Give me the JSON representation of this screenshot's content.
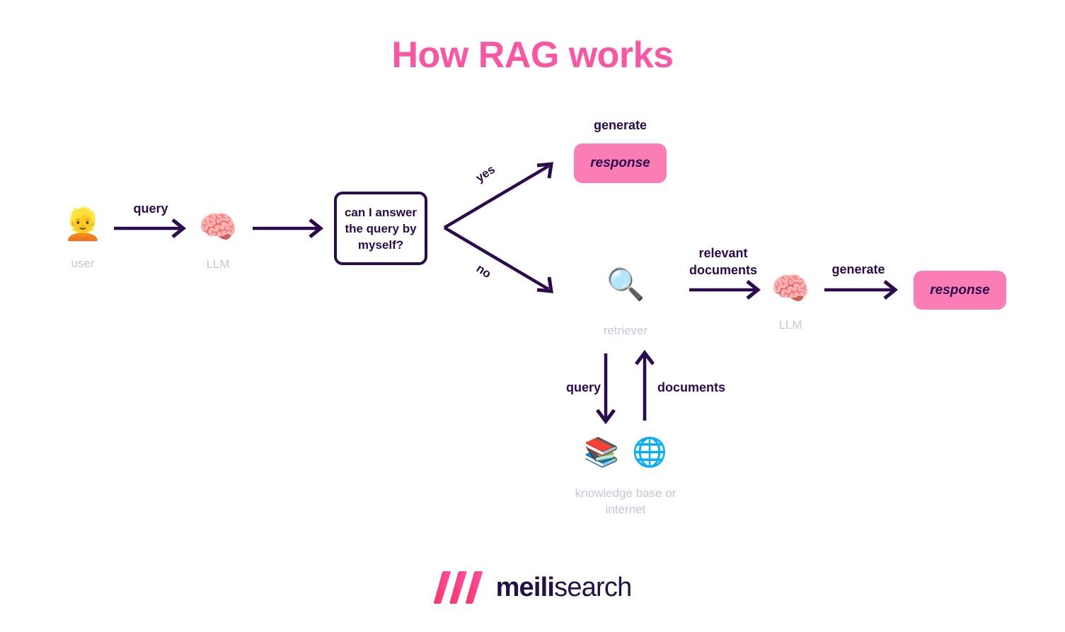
{
  "page": {
    "title": "How RAG works",
    "background": "#ffffff",
    "accent_pink": "#FA56A4",
    "box_pink": "#FA7DB5",
    "ink_purple": "#2B0A4D",
    "muted_gray": "#C6C6D6"
  },
  "nodes": {
    "user": {
      "emoji": "👱",
      "icon_name": "person-blond-hair-emoji",
      "label": "user"
    },
    "llm_first": {
      "emoji": "🧠",
      "icon_name": "brain-emoji",
      "label": "LLM"
    },
    "decision": {
      "text": "can I answer\nthe query by\nmyself?"
    },
    "response_top": {
      "text": "response",
      "caption": "generate"
    },
    "retriever": {
      "emoji": "🔍",
      "icon_name": "magnifying-glass-emoji",
      "label": "retriever"
    },
    "knowledge": {
      "emoji_books": "📚",
      "icon_name_books": "books-emoji",
      "emoji_globe": "🌐",
      "icon_name_globe": "globe-with-meridians-emoji",
      "label": "knowledge base or\ninternet"
    },
    "llm_second": {
      "emoji": "🧠",
      "icon_name": "brain-emoji",
      "label": "LLM"
    },
    "response_bottom": {
      "text": "response",
      "caption": "generate"
    }
  },
  "edges": {
    "user_to_llm": "query",
    "llm_to_decision": "",
    "branch_yes": "yes",
    "branch_no": "no",
    "retriever_to_knowledge": "query",
    "knowledge_to_retriever": "documents",
    "retriever_to_llm": "relevant\ndocuments",
    "llm_to_response": "generate"
  },
  "logo": {
    "word_bold": "meili",
    "word_light": "search",
    "mark_name": "meilisearch-logo-mark",
    "gradient_start": "#F5365C",
    "gradient_end": "#FF4FA8"
  }
}
